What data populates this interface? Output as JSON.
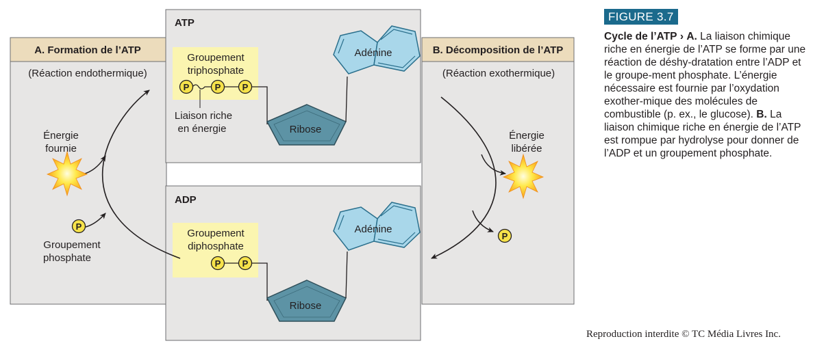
{
  "colors": {
    "panel_gray": "#e7e6e5",
    "header_tan": "#ecdcbc",
    "phosphate_yellow": "#f6e24a",
    "group_box_yellow": "#fbf5b0",
    "adenine_blue": "#a9d7ea",
    "ribose_teal": "#5d93a5",
    "figure_tag_blue": "#1b6a8c"
  },
  "left_panel": {
    "title": "A. Formation de l’ATP",
    "reaction": "(Réaction endothermique)",
    "energy_line1": "Énergie",
    "energy_line2": "fournie",
    "phosphate_line1": "Groupement",
    "phosphate_line2": "phosphate"
  },
  "right_panel": {
    "title": "B. Décomposition de l’ATP",
    "reaction": "(Réaction exothermique)",
    "energy_line1": "Énergie",
    "energy_line2": "libérée"
  },
  "atp_box": {
    "title": "ATP",
    "group_line1": "Groupement",
    "group_line2": "triphosphate",
    "bond_line1": "Liaison riche",
    "bond_line2": "en énergie",
    "ribose": "Ribose",
    "adenine": "Adénine"
  },
  "adp_box": {
    "title": "ADP",
    "group_line1": "Groupement",
    "group_line2": "diphosphate",
    "ribose": "Ribose",
    "adenine": "Adénine"
  },
  "phosphate_symbol": "P",
  "figure": {
    "tag": "FIGURE 3.7",
    "caption_title": "Cycle de l’ATP",
    "caption_arrow": "›",
    "label_a": "A.",
    "text_a": "La liaison chimique riche en énergie de l’ATP se forme par une réaction de déshy-dratation entre l’ADP et le groupe-ment phosphate. L’énergie nécessaire est fournie par l’oxydation exother-mique des molécules de combustible (p. ex., le glucose).",
    "label_b": "B.",
    "text_b": "La liaison chimique riche en énergie de l’ATP est rompue par hydrolyse pour donner de l’ADP et un groupement phosphate."
  },
  "copyright": "Reproduction interdite © TC Média Livres Inc."
}
